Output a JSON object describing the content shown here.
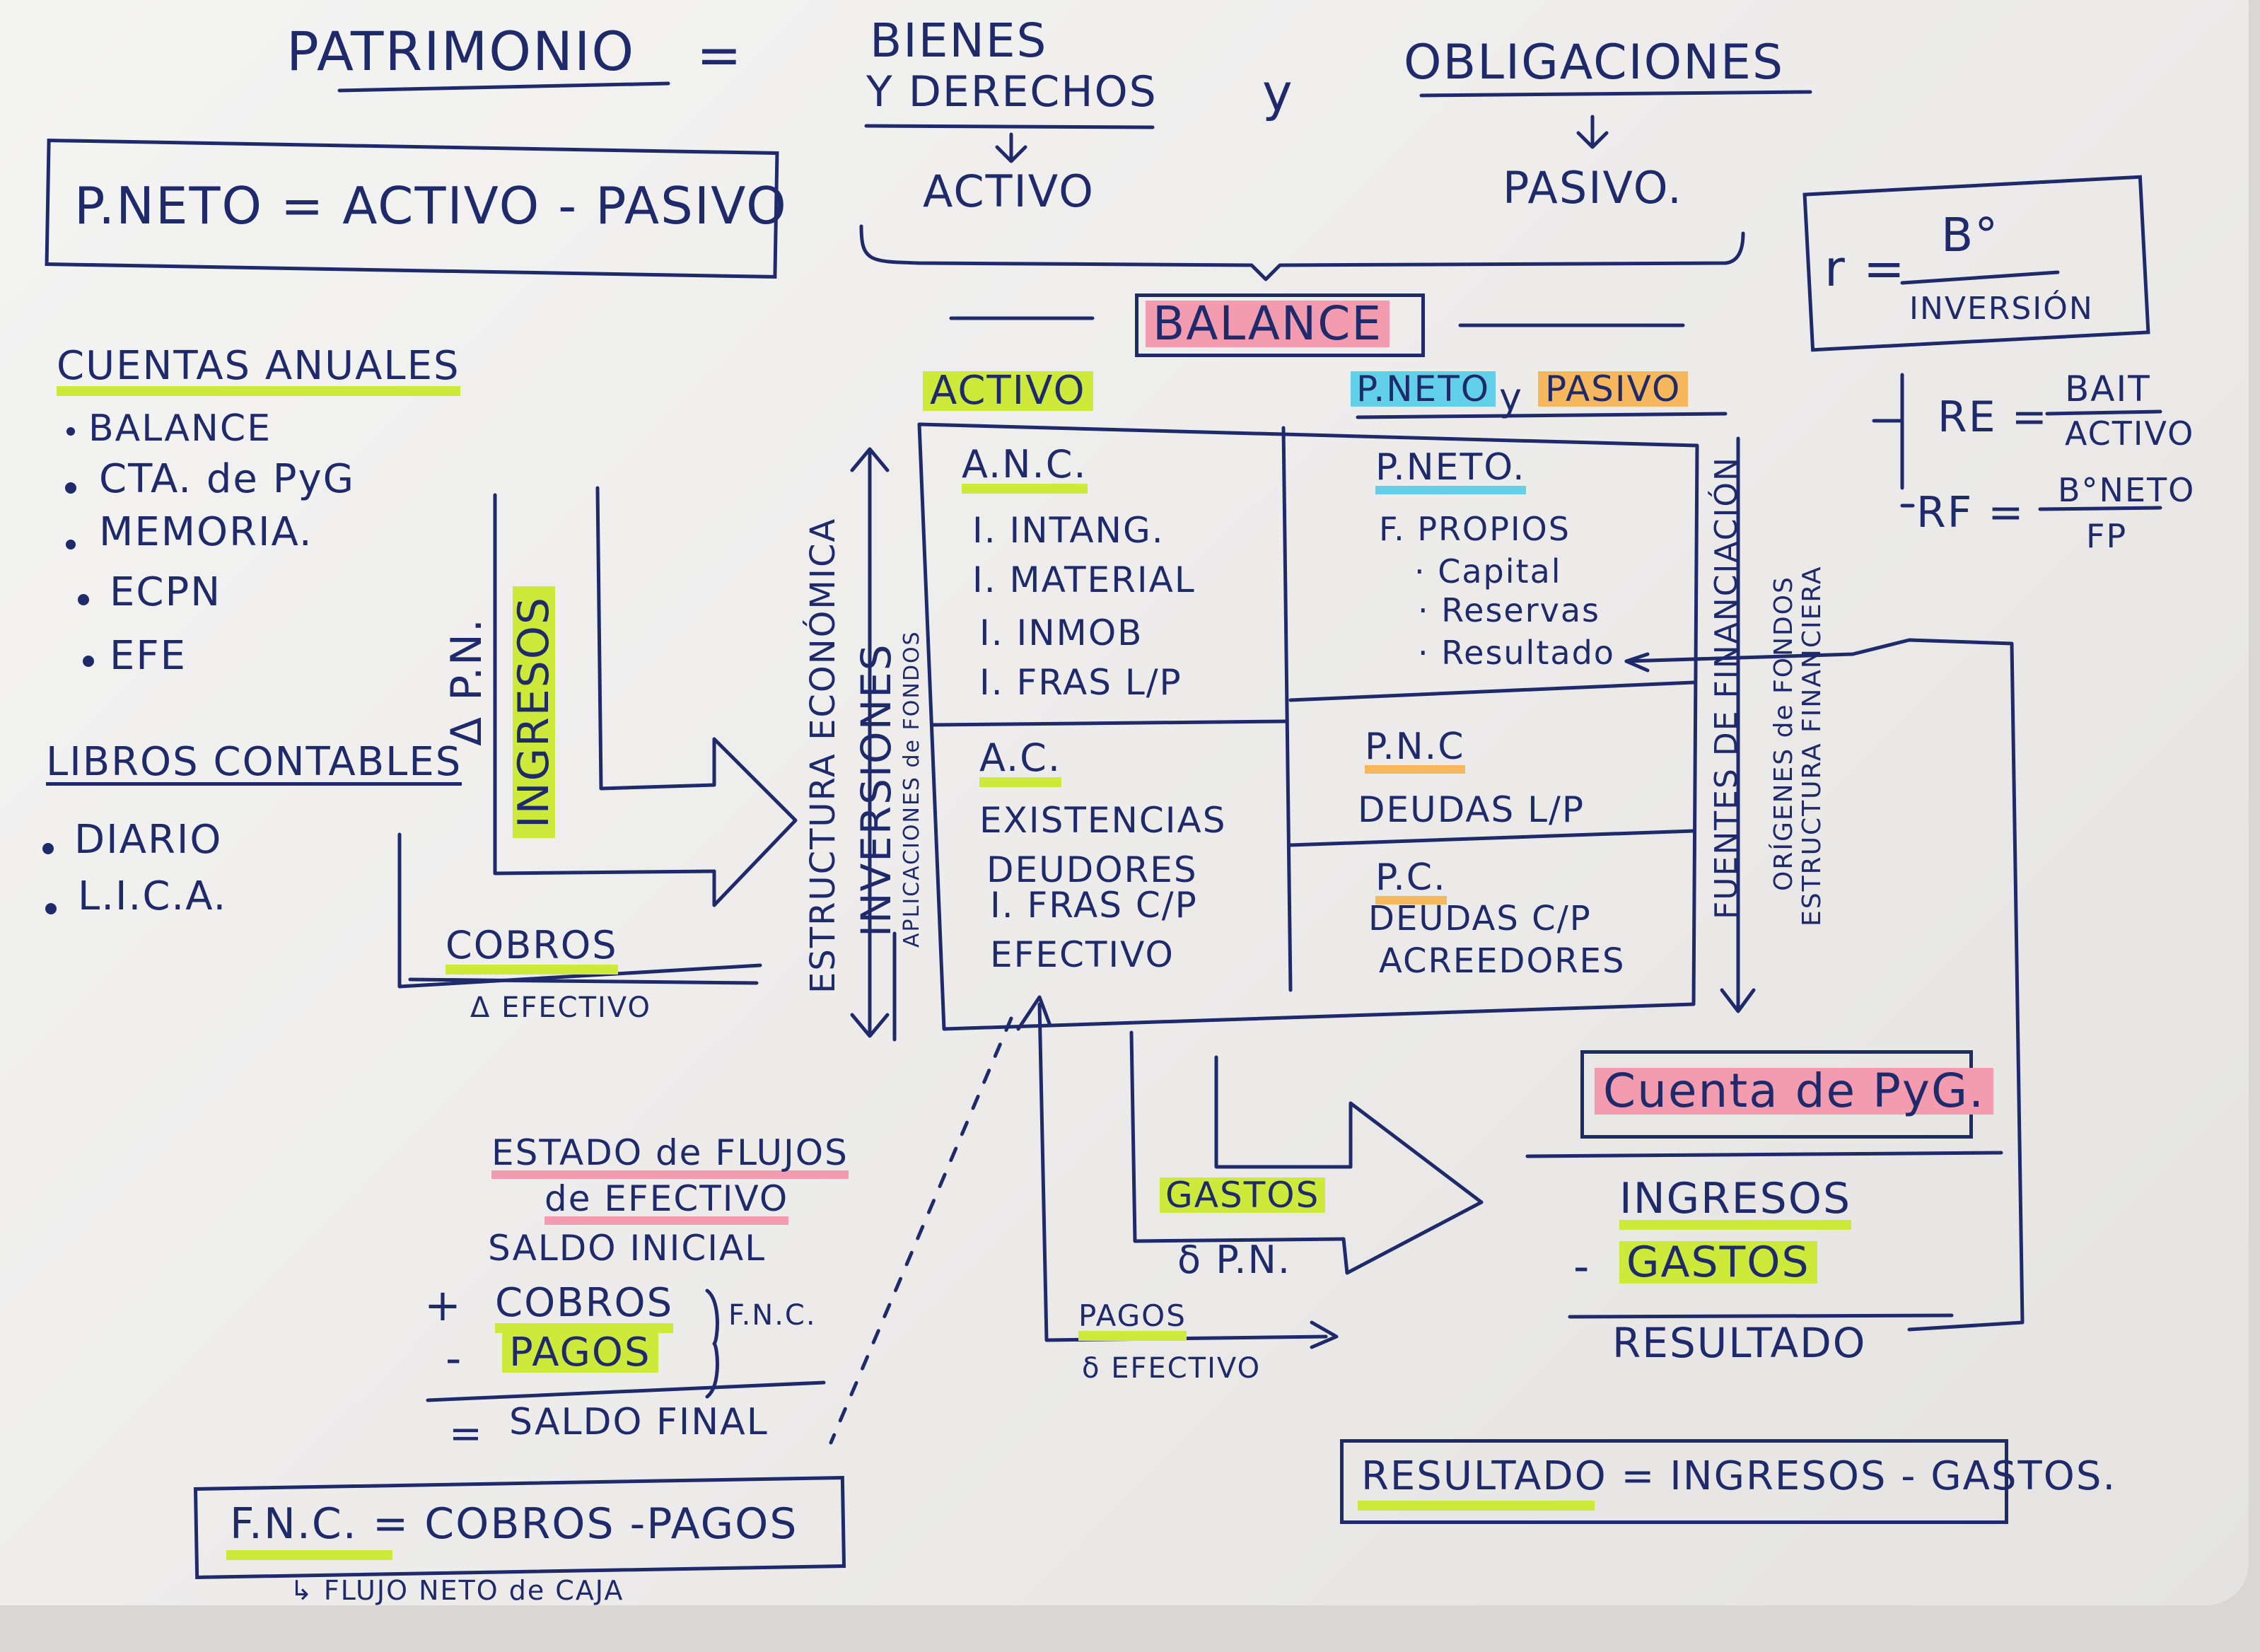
{
  "header": {
    "patrimonio": "PATRIMONIO",
    "equals": "=",
    "bienes": "BIENES",
    "derechos": "Y DERECHOS",
    "y": "y",
    "obligaciones": "OBLIGACIONES",
    "activo": "ACTIVO",
    "pasivo": "PASIVO."
  },
  "pneto_formula": "P.NETO = ACTIVO - PASIVO",
  "rentabilidad": {
    "r": "r =",
    "numerator": "B°",
    "denominator": "INVERSIÓN",
    "re": "RE =",
    "re_num": "BAIT",
    "re_den": "ACTIVO",
    "rf": "RF =",
    "rf_num": "B°NETO",
    "rf_den": "FP"
  },
  "cuentas_anuales": {
    "title": "CUENTAS ANUALES",
    "items": [
      "BALANCE",
      "CTA. de PyG",
      "MEMORIA.",
      "ECPN",
      "EFE"
    ]
  },
  "libros_contables": {
    "title": "LIBROS CONTABLES",
    "items": [
      "DIARIO",
      "L.I.C.A."
    ]
  },
  "left_diagram": {
    "apn": "Δ P.N.",
    "ingresos": "INGRESOS",
    "cobros": "COBROS",
    "efectivo": "Δ EFECTIVO"
  },
  "balance": {
    "title": "BALANCE",
    "activo": "ACTIVO",
    "pneto": "P.NETO",
    "y": "y",
    "pasivo": "PASIVO",
    "left_axis_1": "ESTRUCTURA ECONÓMICA",
    "left_axis_2": "INVERSIONES",
    "left_axis_3": "APLICACIONES de FONDOS",
    "right_axis_1": "FUENTES DE FINANCIACIÓN",
    "right_axis_2": "ORÍGENES de FONDOS",
    "right_axis_3": "ESTRUCTURA FINANCIERA",
    "anc": {
      "title": "A.N.C.",
      "items": [
        "I. INTANG.",
        "I. MATERIAL",
        "I. INMOB",
        "I. FRAS L/P"
      ]
    },
    "ac": {
      "title": "A.C.",
      "items": [
        "EXISTENCIAS",
        "DEUDORES",
        "I. FRAS C/P",
        "EFECTIVO"
      ]
    },
    "pn": {
      "title": "P.NETO.",
      "sub": "F. PROPIOS",
      "items": [
        "· Capital",
        "· Reservas",
        "· Resultado"
      ]
    },
    "pnc": {
      "title": "P.N.C",
      "items": [
        "DEUDAS L/P"
      ]
    },
    "pc": {
      "title": "P.C.",
      "items": [
        "DEUDAS C/P",
        "ACREEDORES"
      ]
    }
  },
  "middle_diagram": {
    "gastos": "GASTOS",
    "spn": "δ P.N.",
    "pagos": "PAGOS",
    "sefectivo": "δ EFECTIVO"
  },
  "efe": {
    "title1": "ESTADO de FLUJOS",
    "title2": "de EFECTIVO",
    "saldo_inicial": "SALDO INICIAL",
    "plus": "+",
    "cobros": "COBROS",
    "minus": "-",
    "pagos": "PAGOS",
    "fnc": "F.N.C.",
    "equals": "=",
    "saldo_final": "SALDO FINAL"
  },
  "fnc_formula": {
    "text": "F.N.C. = COBROS -PAGOS",
    "note": "↳ FLUJO NETO de CAJA"
  },
  "pyg": {
    "title": "Cuenta de PyG.",
    "ingresos": "INGRESOS",
    "minus": "-",
    "gastos": "GASTOS",
    "resultado": "RESULTADO"
  },
  "resultado_formula": "RESULTADO = INGRESOS - GASTOS."
}
